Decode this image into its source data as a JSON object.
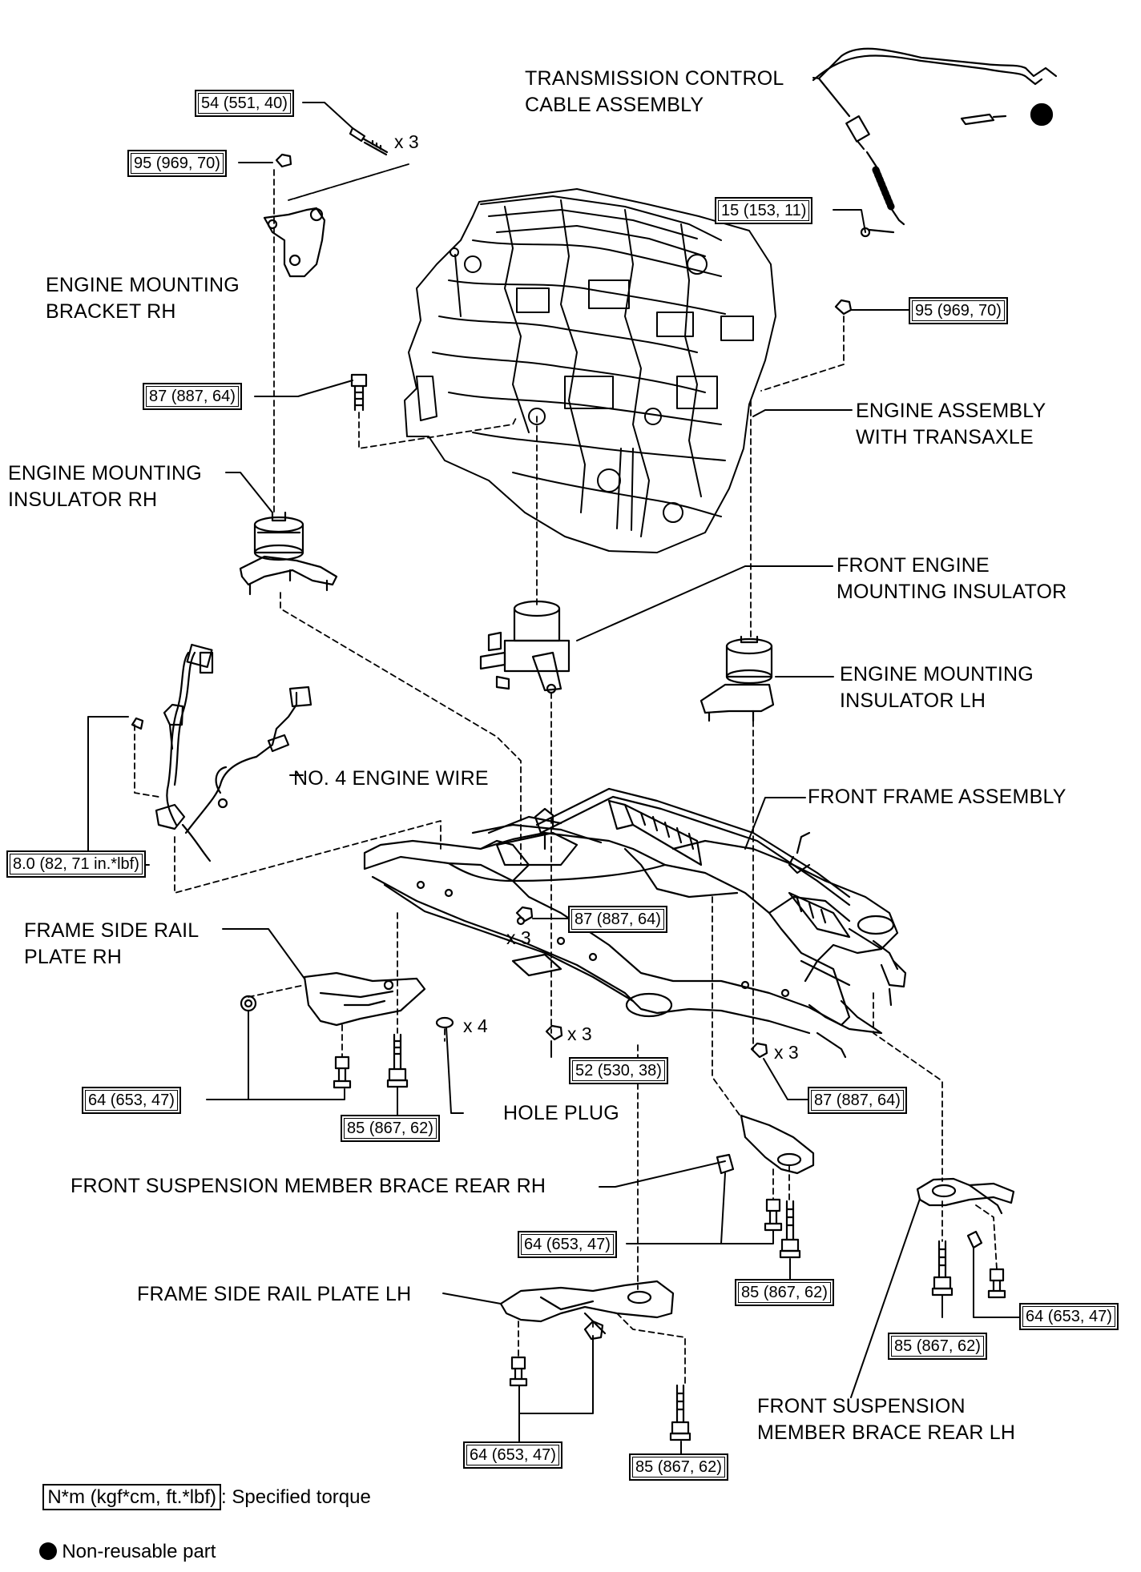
{
  "parts": {
    "trans_cable": "TRANSMISSION CONTROL\nCABLE ASSEMBLY",
    "bracket_rh": "ENGINE MOUNTING\nBRACKET RH",
    "engine_assy": "ENGINE ASSEMBLY\nWITH TRANSAXLE",
    "insulator_rh": "ENGINE MOUNTING\nINSULATOR RH",
    "front_insulator": "FRONT ENGINE\nMOUNTING INSULATOR",
    "insulator_lh": "ENGINE MOUNTING\nINSULATOR LH",
    "wire": "NO. 4 ENGINE WIRE",
    "front_frame": "FRONT FRAME ASSEMBLY",
    "rail_plate_rh": "FRAME SIDE RAIL\nPLATE RH",
    "hole_plug": "HOLE PLUG",
    "brace_rear_rh": "FRONT SUSPENSION MEMBER BRACE REAR RH",
    "rail_plate_lh": "FRAME SIDE RAIL PLATE LH",
    "brace_rear_lh": "FRONT SUSPENSION\nMEMBER BRACE REAR LH"
  },
  "torques": {
    "t54": "54 (551, 40)",
    "t95a": "95 (969, 70)",
    "t15": "15 (153, 11)",
    "t95b": "95 (969, 70)",
    "t87a": "87 (887, 64)",
    "t80": "8.0 (82, 71 in.*lbf)",
    "t87b": "87 (887, 64)",
    "t52": "52 (530, 38)",
    "t87c": "87 (887, 64)",
    "t64a": "64 (653, 47)",
    "t85a": "85 (867, 62)",
    "t64b": "64 (653, 47)",
    "t85b": "85 (867, 62)",
    "t64c": "64 (653, 47)",
    "t85c": "85 (867, 62)",
    "t64d": "64 (653, 47)",
    "t85d": "85 (867, 62)"
  },
  "quantities": {
    "q1": "x 3",
    "q2": "x 3",
    "q3": "x 3",
    "q4": "x 3",
    "q5": "x 4"
  },
  "legend": {
    "torque_unit": "N*m (kgf*cm, ft.*lbf)",
    "torque_text": ": Specified torque",
    "nonreusable": "Non-reusable part"
  }
}
